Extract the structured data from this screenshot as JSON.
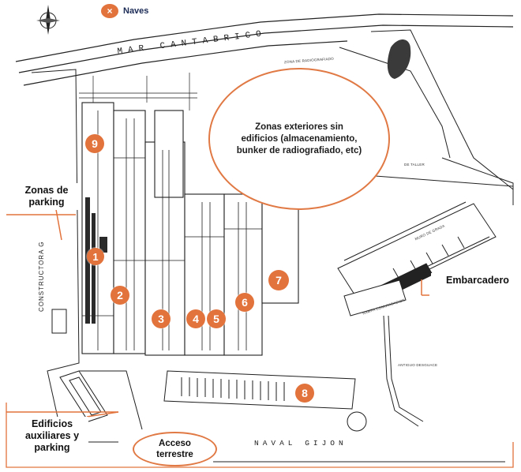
{
  "legend": {
    "marker": "×",
    "label": "Naves",
    "color": "#e2733c"
  },
  "sea_name": "MAR CANTABRICO",
  "port_name": "NAVAL GIJON",
  "side_label": "CONSTRUCTORA G",
  "zones": {
    "exterior": "Zonas exteriores sin edificios (almacenamiento, bunker de radiografiado, etc)",
    "parking": "Zonas de parking",
    "embarcadero": "Embarcadero",
    "auxiliares": "Edificios auxiliares y parking",
    "acceso": "Acceso terrestre"
  },
  "naves": [
    "1",
    "2",
    "3",
    "4",
    "5",
    "6",
    "7",
    "8",
    "9"
  ],
  "tiny_labels": {
    "taller": "DE TALLER",
    "radiografiado": "ZONA DE RADIOGRAFIADO",
    "muro": "MURO DE GRADA",
    "rampa": "RAMPA COMUNICACION",
    "antiguo": "ANTIGUO DESGUACE"
  },
  "accent_color": "#e2733c",
  "line_color": "#1e1e1e"
}
